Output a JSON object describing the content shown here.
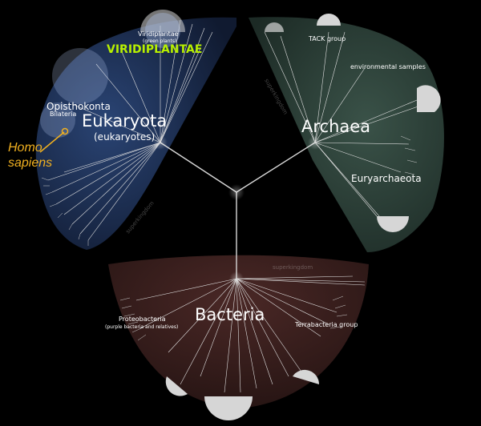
{
  "domains": {
    "eukaryota": {
      "name": "Eukaryota",
      "common": "(eukaryotes)"
    },
    "archaea": {
      "name": "Archaea"
    },
    "bacteria": {
      "name": "Bacteria"
    }
  },
  "groups": {
    "viridiplantae_highlight": "VIRIDIPLANTAE",
    "viridiplantae": "Viridiplantae",
    "viridiplantae_common": "(green plants)",
    "opisthokonta": "Opisthokonta",
    "bilateria": "Bilateria",
    "tack": "TACK group",
    "env_samples": "environmental samples",
    "euryarchaeota": "Euryarchaeota",
    "proteobacteria": "Proteobacteria",
    "proteobacteria_common": "(purple bacteria and relatives)",
    "terrabacteria": "Terrabacteria group"
  },
  "rank_label": "superkingdom",
  "species": {
    "line1": "Homo",
    "line2": "sapiens"
  },
  "colors": {
    "eukaryota_fill": "#1a2a4a",
    "archaea_fill": "#2a3d36",
    "bacteria_fill": "#3a1e1c",
    "highlight_green": "#b8f000",
    "species_orange": "#f0b020"
  }
}
